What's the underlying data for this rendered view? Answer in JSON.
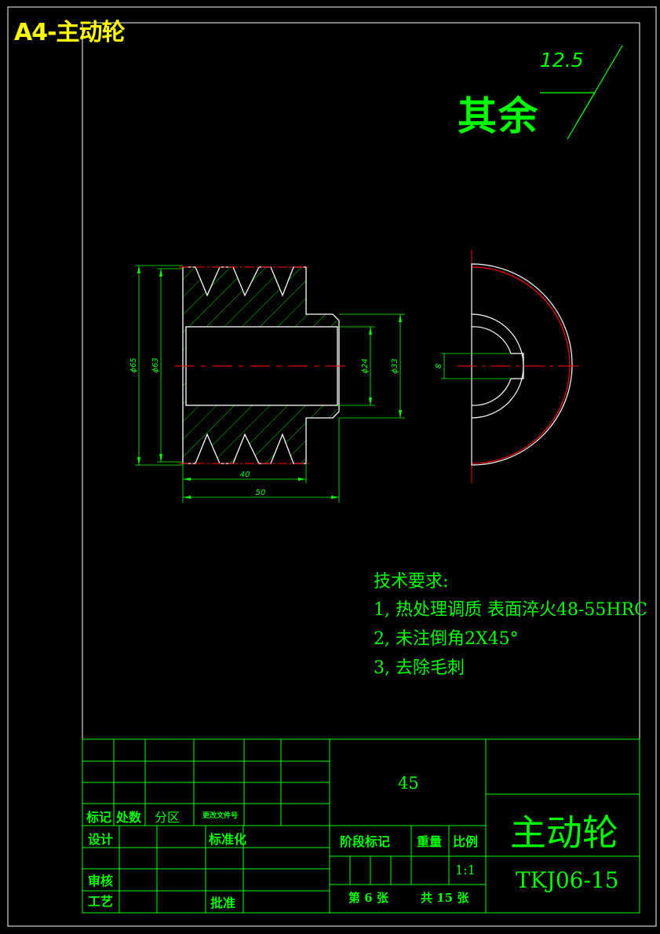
{
  "sheet": {
    "title": "A4-主动轮"
  },
  "roughness": {
    "label": "其余",
    "value": "12.5"
  },
  "dimensions": {
    "d_outer": "ϕ65",
    "d_inner": "ϕ63",
    "d_bore": "ϕ24",
    "d_hub": "ϕ33",
    "len_short": "40",
    "len_long": "50",
    "keyway": "8"
  },
  "requirements": {
    "heading": "技术要求:",
    "items": [
      "1, 热处理调质 表面淬火48-55HRC",
      "2, 未注倒角2X45°",
      "3, 去除毛刺"
    ]
  },
  "title_block": {
    "material": "45",
    "part_name": "主动轮",
    "drawing_no": "TKJ06-15",
    "labels": {
      "mark": "标记",
      "count": "处数",
      "zone": "分区",
      "change_doc": "更改文件号",
      "design": "设计",
      "standardize": "标准化",
      "review": "审核",
      "process": "工艺",
      "approve": "批准",
      "stage_mark": "阶段标记",
      "weight": "重量",
      "scale": "比例"
    },
    "scale_value": "1:1",
    "sheet_no": "第 6 张",
    "sheet_total": "共 15 张"
  },
  "colors": {
    "line": "#00ff00",
    "outline": "#ffffff",
    "center": "#ff0000",
    "title": "#ffff00"
  }
}
